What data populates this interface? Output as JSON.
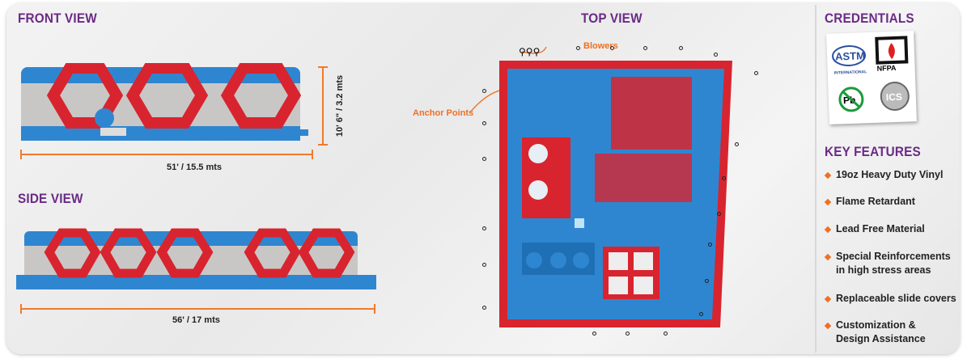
{
  "front_view": {
    "title": "FRONT VIEW",
    "width_label": "51' / 15.5 mts",
    "height_label": "10' 6\" / 3.2 mts"
  },
  "side_view": {
    "title": "SIDE VIEW",
    "width_label": "56' / 17 mts"
  },
  "top_view": {
    "title": "TOP VIEW",
    "blowers_label": "Blowers",
    "anchor_label": "Anchor Points"
  },
  "credentials": {
    "title": "CREDENTIALS",
    "logos": [
      "ASTM INTERNATIONAL Standards Worldwide",
      "NFPA INTERNATIONAL",
      "Pb lead-free",
      "ICS"
    ]
  },
  "key_features": {
    "title": "KEY FEATURES",
    "items": [
      {
        "lines": [
          "19oz Heavy Duty Vinyl"
        ]
      },
      {
        "lines": [
          "Flame Retardant"
        ]
      },
      {
        "lines": [
          "Lead Free Material"
        ]
      },
      {
        "lines": [
          "Special Reinforcements",
          "in high stress areas"
        ]
      },
      {
        "lines": [
          "Replaceable slide covers"
        ]
      },
      {
        "lines": [
          "Customization &",
          "Design Assistance"
        ]
      }
    ]
  },
  "colors": {
    "title": "#6b2a86",
    "accent": "#f07020",
    "blue": "#2f86d0",
    "red": "#d8242f"
  }
}
